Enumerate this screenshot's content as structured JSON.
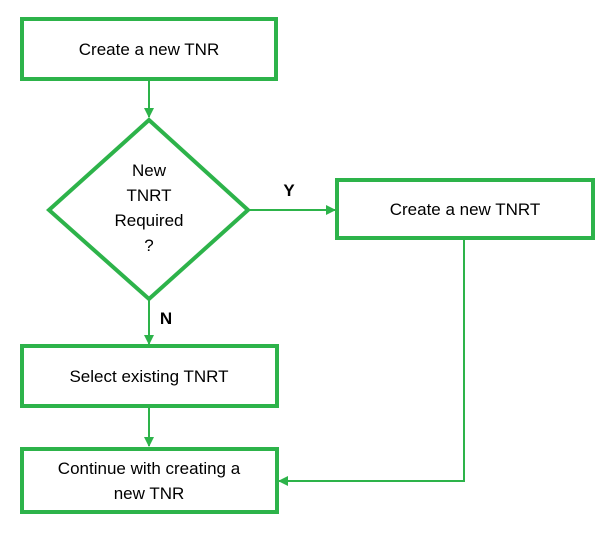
{
  "colors": {
    "accent": "#2db34a",
    "text": "#000000",
    "background": "#ffffff"
  },
  "nodes": {
    "create_tnr": "Create a new TNR",
    "decision": {
      "line1": "New",
      "line2": "TNRT",
      "line3": "Required",
      "line4": "?"
    },
    "create_tnrt": "Create a new TNRT",
    "select_tnrt": "Select existing TNRT",
    "continue": {
      "line1": "Continue with creating a",
      "line2": "new TNR"
    }
  },
  "edges": {
    "yes_label": "Y",
    "no_label": "N"
  }
}
